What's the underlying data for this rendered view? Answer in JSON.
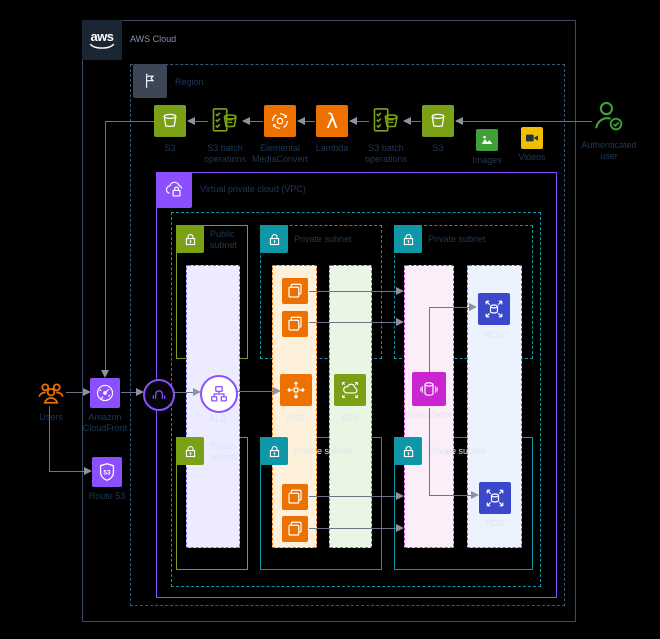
{
  "aws_cloud": {
    "logo_text": "aws",
    "label": "AWS Cloud"
  },
  "region": {
    "label": "Region"
  },
  "vpc": {
    "label": "Virtual private cloud (VPC)"
  },
  "pipeline": {
    "s3_out": {
      "label": "S3"
    },
    "batch_out": {
      "label": "S3 batch operations"
    },
    "mediaconvert": {
      "label": "Elemental MediaConvert"
    },
    "lambda": {
      "label": "Lambda"
    },
    "batch_in": {
      "label": "S3 batch operations"
    },
    "s3_in": {
      "label": "S3"
    },
    "images": {
      "label": "Images"
    },
    "videos": {
      "label": "Videos"
    },
    "user": {
      "label": "Authenticated user"
    }
  },
  "left": {
    "users": {
      "label": "Users"
    },
    "cloudfront": {
      "label": "Amazon CloudFront"
    },
    "route53": {
      "label": "Route 53"
    }
  },
  "subnets": {
    "public_top": {
      "label": "Public subnet"
    },
    "private1_top": {
      "label": "Private subnet"
    },
    "private2_top": {
      "label": "Private subnet"
    },
    "public_bottom": {
      "label": "Public subnet"
    },
    "private1_bottom": {
      "label": "Private subnet"
    },
    "private2_bottom": {
      "label": "Private subnet"
    }
  },
  "services": {
    "alb": {
      "label": "ALB"
    },
    "asg": {
      "label": "ASG"
    },
    "efs": {
      "label": "EFS"
    },
    "elasticache": {
      "label": "ElastiCache"
    },
    "rds_top": {
      "label": "RDS"
    },
    "rds_bottom": {
      "label": "RDS"
    }
  },
  "colors": {
    "compute_orange": "#ED7100",
    "storage_green": "#7AA116",
    "network_purple": "#8C4FFF",
    "subnet_teal": "#0E97A7",
    "database_blue": "#3B48CC",
    "elasticache_magenta": "#C925D1",
    "media_gold": "#EFC002",
    "user_green": "#3FA037"
  }
}
